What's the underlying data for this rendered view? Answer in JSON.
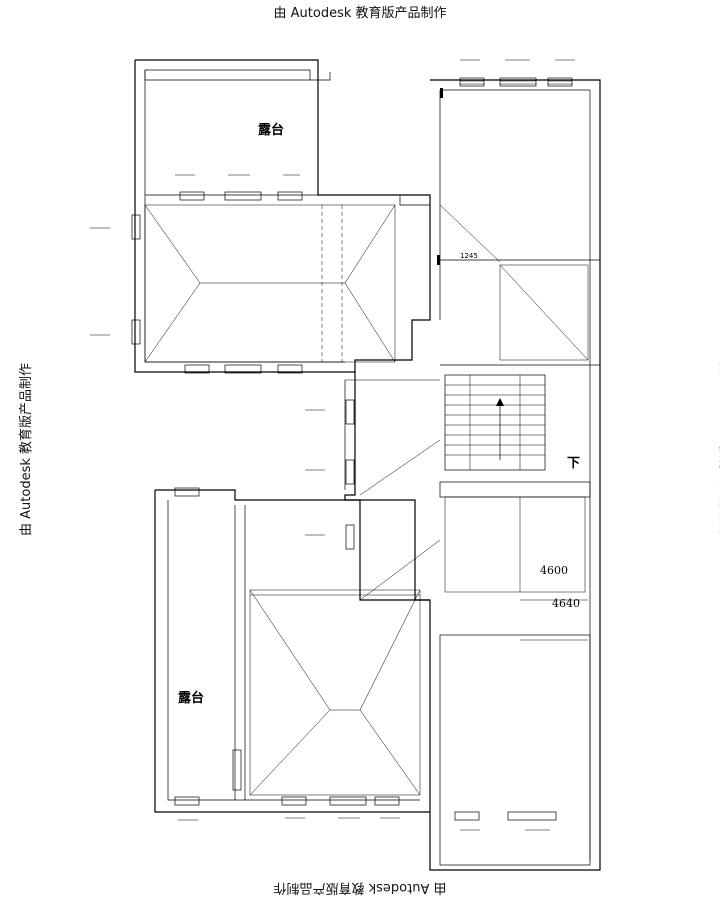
{
  "watermark": "由 Autodesk 教育版产品制作",
  "rooms": {
    "terrace_top": "露台",
    "terrace_bottom": "露台"
  },
  "stair_label": "下",
  "levels": {
    "upper": "4600",
    "lower": "4640"
  },
  "dimension": "1245"
}
